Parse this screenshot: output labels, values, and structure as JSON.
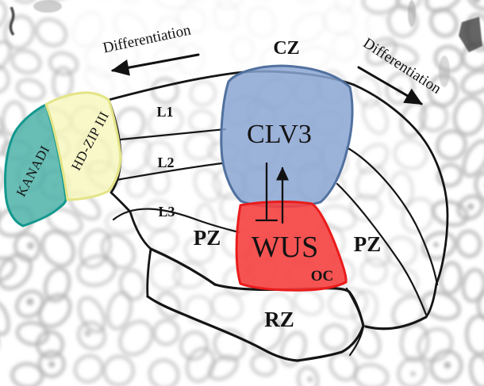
{
  "figure": {
    "labels": {
      "differentiation_left": "Differentiation",
      "differentiation_right": "Differentiation",
      "cz": "CZ",
      "clv3": "CLV3",
      "wus": "WUS",
      "oc": "OC",
      "pz_left": "PZ",
      "pz_right": "PZ",
      "rz": "RZ",
      "l1": "L1",
      "l2": "L2",
      "l3": "L3",
      "kanadi": "KANADI",
      "hdzip3": "HD-ZIP III"
    },
    "colors": {
      "clv3_fill": "#8aa5d2",
      "clv3_stroke": "#51719f",
      "wus_fill": "#f54040",
      "wus_stroke": "#ea1c1c",
      "kanadi_fill": "#4eb2a8",
      "kanadi_stroke": "#13988e",
      "hdzip_fill": "#f6f6bc",
      "hdzip_stroke": "#e4e487",
      "outline": "#151515",
      "label_ink": "#131313"
    }
  }
}
